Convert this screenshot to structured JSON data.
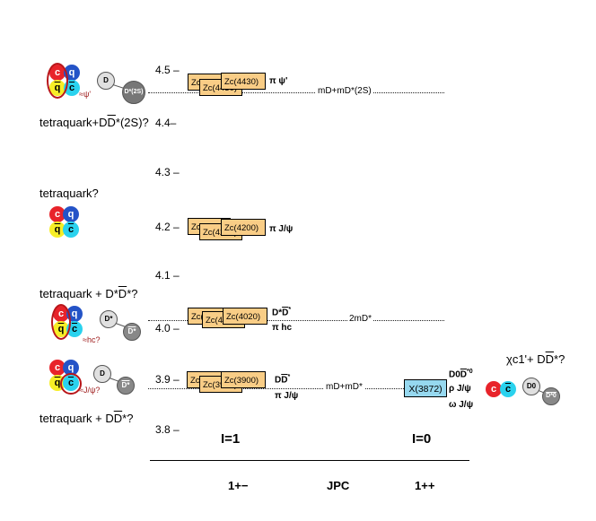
{
  "ticks": [
    "4.5 –",
    "4.4–",
    "4.3 –",
    "4.2 –",
    "4.1 –",
    "4.0 –",
    "3.9 –",
    "3.8 –"
  ],
  "left_labels": {
    "l1": "tetraquark+D",
    "l1_bar": "D",
    "l1_rest": "*(2S)?",
    "l2": "tetraquark?",
    "l3": "tetraquark + D*",
    "l3_bar": "D",
    "l3_rest": "*?",
    "l4": "tetraquark + D",
    "l4_bar": "D",
    "l4_rest": "*?"
  },
  "zc_boxes": {
    "r4430": [
      "Zc(4430)",
      "Zc(4430)",
      "Zc(4430)"
    ],
    "r4200": [
      "Zc(4200)",
      "Zc(4200)",
      "Zc(4200)"
    ],
    "r4020": [
      "Zc(4020)",
      "Zc(4020)",
      "Zc(4020)"
    ],
    "r3900": [
      "Zc(3900)",
      "Zc(3900)",
      "Zc(3900)"
    ]
  },
  "channels": {
    "c4430": "π ψ'",
    "c4200": "π J/ψ",
    "c4020a_pre": "D*",
    "c4020a_bar": "D",
    "c4020a_post": "*",
    "c4020b": "π hc",
    "c3900a_pre": "D",
    "c3900a_bar": "D",
    "c3900a_post": "*",
    "c3900b": "π J/ψ"
  },
  "thresholds": {
    "t1": "mD+mD*(2S)",
    "t2": "2mD*",
    "t3": "mD+mD*"
  },
  "x3872": {
    "label": "X(3872)",
    "ch1_pre": "D0",
    "ch1_bar": "D",
    "ch1_post": "*0",
    "ch2": "ρ J/ψ",
    "ch3": "ω J/ψ"
  },
  "right_label": {
    "chi": "χc1'+ D",
    "bar": "D",
    "rest": "*?"
  },
  "isospin": {
    "left": "I=1",
    "right": "I=0"
  },
  "jpc": {
    "left": "1+−",
    "center": "JPC",
    "right": "1++"
  },
  "molecule_text": {
    "psi2s": "≈ψ'",
    "hc": "≈hc?",
    "jpsi": "≈J/ψ?",
    "d": "D",
    "dstar2s": "D*(2S)",
    "dstar": "D*",
    "dbarstar": "D*",
    "d0": "D0",
    "dbar0": "D*0"
  },
  "quarks": {
    "c": "c",
    "q": "q",
    "qbar": "q",
    "cbar": "c"
  },
  "colors": {
    "zc_box": "#f9cd86",
    "x_box": "#96d8ef",
    "quark_red": "#e8232a",
    "quark_blue": "#2453c7",
    "quark_yellow": "#f7ee26",
    "quark_cyan": "#2ad2ee"
  }
}
